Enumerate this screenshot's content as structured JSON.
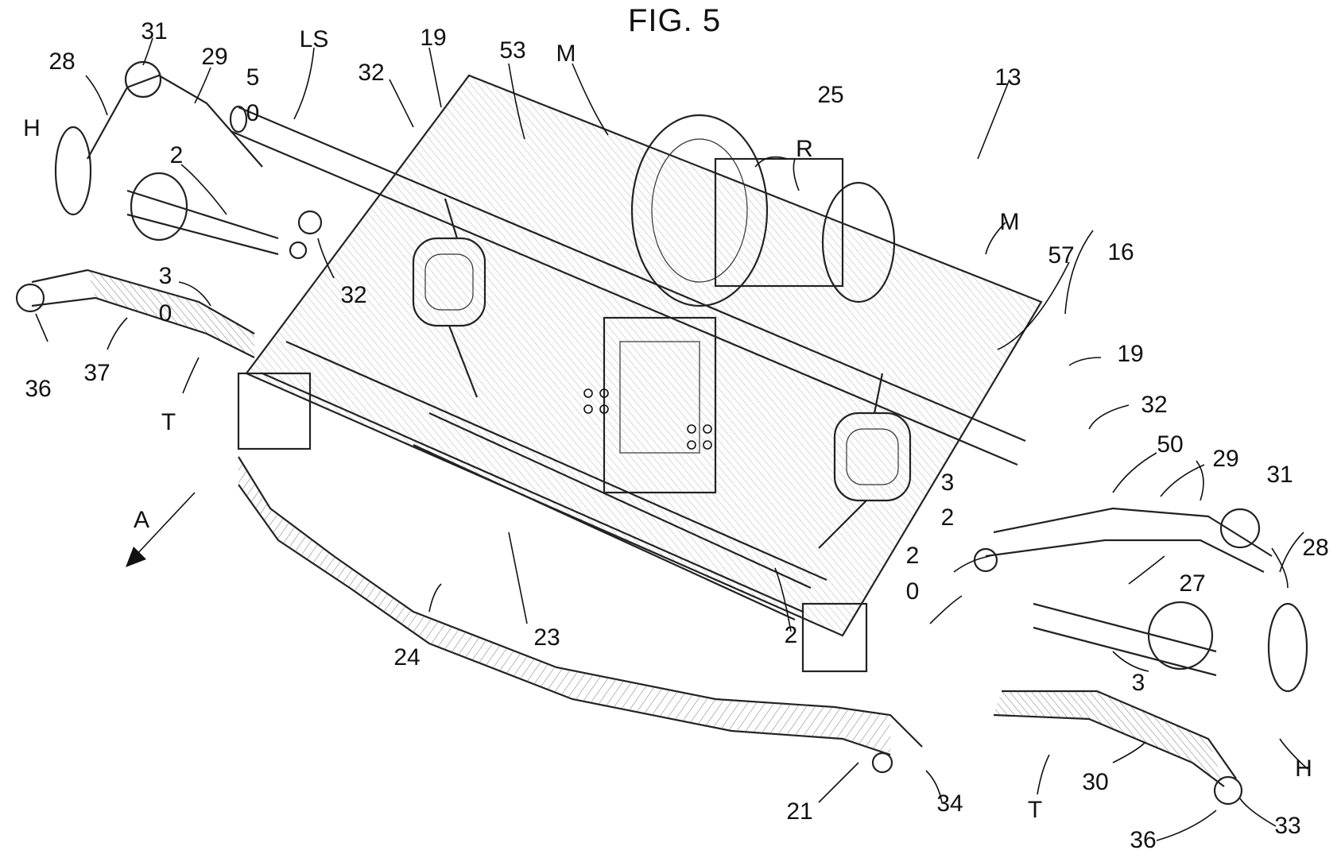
{
  "figure": {
    "title": "FIG. 5",
    "labels": [
      {
        "id": "lbl-31-left",
        "text": "31"
      },
      {
        "id": "lbl-28-left",
        "text": "28"
      },
      {
        "id": "lbl-29-left",
        "text": "29"
      },
      {
        "id": "lbl-LS",
        "text": "LS"
      },
      {
        "id": "lbl-5",
        "text": "5"
      },
      {
        "id": "lbl-0-top",
        "text": "0"
      },
      {
        "id": "lbl-32-top",
        "text": "32"
      },
      {
        "id": "lbl-19-top",
        "text": "19"
      },
      {
        "id": "lbl-53",
        "text": "53"
      },
      {
        "id": "lbl-M-top",
        "text": "M"
      },
      {
        "id": "lbl-25",
        "text": "25"
      },
      {
        "id": "lbl-13",
        "text": "13"
      },
      {
        "id": "lbl-R",
        "text": "R"
      },
      {
        "id": "lbl-H-left",
        "text": "H"
      },
      {
        "id": "lbl-2-left",
        "text": "2"
      },
      {
        "id": "lbl-32-mid",
        "text": "32"
      },
      {
        "id": "lbl-3-left",
        "text": "3"
      },
      {
        "id": "lbl-0-left",
        "text": "0"
      },
      {
        "id": "lbl-36-left",
        "text": "36"
      },
      {
        "id": "lbl-37",
        "text": "37"
      },
      {
        "id": "lbl-T-left",
        "text": "T"
      },
      {
        "id": "lbl-M-right",
        "text": "M"
      },
      {
        "id": "lbl-57",
        "text": "57"
      },
      {
        "id": "lbl-16",
        "text": "16"
      },
      {
        "id": "lbl-19-right",
        "text": "19"
      },
      {
        "id": "lbl-32-right",
        "text": "32"
      },
      {
        "id": "lbl-50",
        "text": "50"
      },
      {
        "id": "lbl-29-right",
        "text": "29"
      },
      {
        "id": "lbl-31-right",
        "text": "31"
      },
      {
        "id": "lbl-28-right",
        "text": "28"
      },
      {
        "id": "lbl-3-mid",
        "text": "3"
      },
      {
        "id": "lbl-2-mid",
        "text": "2"
      },
      {
        "id": "lbl-2-low",
        "text": "2"
      },
      {
        "id": "lbl-0-low",
        "text": "0"
      },
      {
        "id": "lbl-27",
        "text": "27"
      },
      {
        "id": "lbl-A",
        "text": "A"
      },
      {
        "id": "lbl-23",
        "text": "23"
      },
      {
        "id": "lbl-2-center",
        "text": "2"
      },
      {
        "id": "lbl-24",
        "text": "24"
      },
      {
        "id": "lbl-3-right",
        "text": "3"
      },
      {
        "id": "lbl-H-right",
        "text": "H"
      },
      {
        "id": "lbl-21",
        "text": "21"
      },
      {
        "id": "lbl-34",
        "text": "34"
      },
      {
        "id": "lbl-T-right",
        "text": "T"
      },
      {
        "id": "lbl-30",
        "text": "30"
      },
      {
        "id": "lbl-36-right",
        "text": "36"
      },
      {
        "id": "lbl-33",
        "text": "33"
      }
    ]
  }
}
